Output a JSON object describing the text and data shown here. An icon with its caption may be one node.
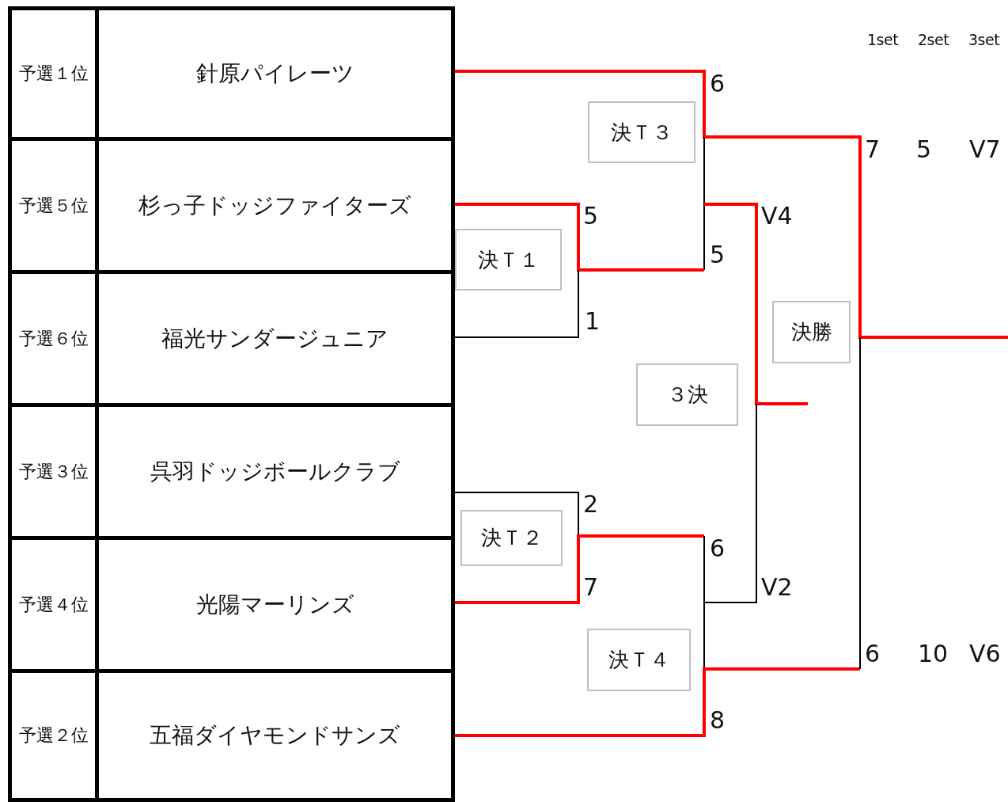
{
  "diagram": {
    "nodes": [
      {
        "text": [
          "予選１位"
        ]
      },
      {
        "text": [
          "針原パイレーツ"
        ]
      },
      {
        "text": [
          "予選５位"
        ]
      },
      {
        "text": [
          "杉っ子ドッジファイターズ"
        ]
      },
      {
        "text": [
          "予選６位"
        ]
      },
      {
        "text": [
          "福光サンダージュニア"
        ]
      },
      {
        "text": [
          "予選３位"
        ]
      },
      {
        "text": [
          "呉羽ドッジボールクラブ"
        ]
      },
      {
        "text": [
          "予選４位"
        ]
      },
      {
        "text": [
          "光陽マーリンズ"
        ]
      },
      {
        "text": [
          "予選２位"
        ]
      },
      {
        "text": [
          "五福ダイヤモンドサンズ"
        ]
      },
      {
        "text": [
          "決Ｔ３"
        ]
      },
      {
        "text": [
          "決Ｔ１"
        ]
      },
      {
        "text": [
          "決勝"
        ]
      },
      {
        "text": [
          "３決"
        ]
      },
      {
        "text": [
          "決Ｔ２"
        ]
      },
      {
        "text": [
          "決Ｔ４"
        ]
      }
    ],
    "labels": [
      "1set",
      "2set",
      "3set",
      "6",
      "7",
      "5",
      "V7",
      "5",
      "V4",
      "5",
      "1",
      "2",
      "6",
      "7",
      "V2",
      "6",
      "10",
      "V6",
      "8"
    ]
  }
}
